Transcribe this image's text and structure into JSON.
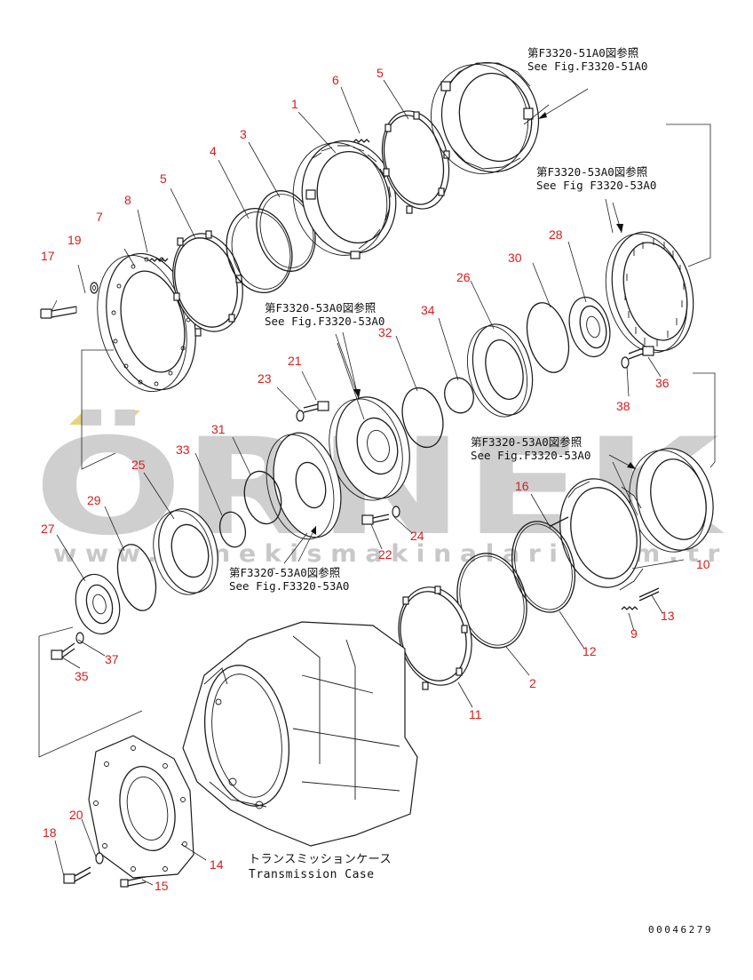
{
  "watermark": {
    "brand": "ÖRNEK",
    "url": "www.ornekismakinalari.com.tr",
    "accent_color": "#e8d27a",
    "text_color": "#cfcfcf"
  },
  "callouts": {
    "n1": "1",
    "n2": "2",
    "n3": "3",
    "n4": "4",
    "n5a": "5",
    "n5b": "5",
    "n6": "6",
    "n7": "7",
    "n8": "8",
    "n9": "9",
    "n10": "10",
    "n11": "11",
    "n12": "12",
    "n13": "13",
    "n14": "14",
    "n15": "15",
    "n16": "16",
    "n17": "17",
    "n18": "18",
    "n19": "19",
    "n20": "20",
    "n21": "21",
    "n22": "22",
    "n23": "23",
    "n24": "24",
    "n25": "25",
    "n26": "26",
    "n27": "27",
    "n28": "28",
    "n29": "29",
    "n30": "30",
    "n31": "31",
    "n32": "32",
    "n33": "33",
    "n34": "34",
    "n35": "35",
    "n36": "36",
    "n37": "37",
    "n38": "38",
    "color": "#d21f1f"
  },
  "references": {
    "ref_51a0_jp": "第F3320-51A0図参照",
    "ref_51a0_en": "See Fig.F3320-51A0",
    "ref_53a0_a_jp": "第F3320-53A0図参照",
    "ref_53a0_a_en": "See Fig F3320-53A0",
    "ref_53a0_b_jp": "第F3320-53A0図参照",
    "ref_53a0_b_en": "See Fig.F3320-53A0",
    "ref_53a0_c_jp": "第F3320-53A0図参照",
    "ref_53a0_c_en": "See Fig.F3320-53A0",
    "ref_53a0_d_jp": "第F3320-53A0図参照",
    "ref_53a0_d_en": "See Fig.F3320-53A0"
  },
  "case_label": {
    "jp": "トランスミッションケース",
    "en": "Transmission Case"
  },
  "drawing_number": "00046279"
}
